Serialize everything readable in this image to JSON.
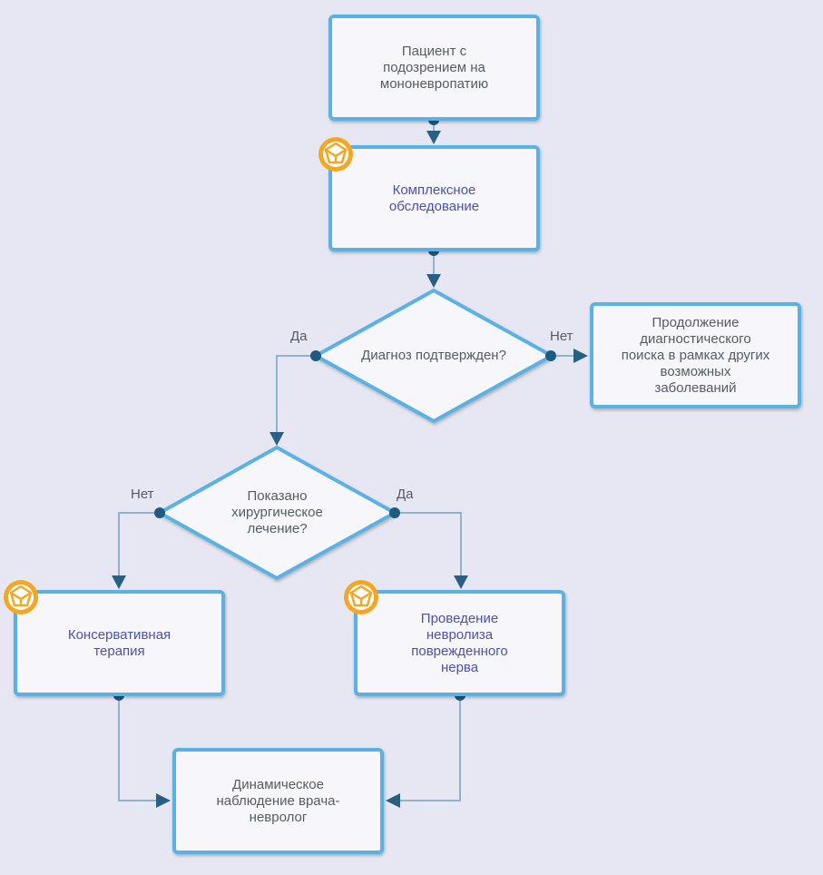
{
  "nodes": {
    "patient": "Пациент с подозрением на мононевропатию",
    "exam": "Комплексное обследование",
    "continue_search": "Продолжение диагностического поиска в рамках других возможных заболеваний",
    "conservative": "Консервативная терапия",
    "neurolysis": "Проведение невролиза поврежденного нерва",
    "observation": "Динамическое наблюдение врача-невролог"
  },
  "decisions": {
    "diagnosis": "Диагноз подтвержден?",
    "surgery": "Показано хирургическое лечение?"
  },
  "edges": {
    "diagnosis_yes": "Да",
    "diagnosis_no": "Нет",
    "surgery_no": "Нет",
    "surgery_yes": "Да"
  },
  "colors": {
    "node_border": "#5ab1e3",
    "node_fill": "#f7f7fb",
    "connector": "#8fb3cf",
    "arrow": "#2a5f84",
    "dot": "#1f5a80",
    "badge": "#f5a623",
    "link_text": "#4a51b0",
    "text": "#555b66",
    "background": "#e7e7f3"
  },
  "icons": {
    "badge": "clinical-recommendation-icon"
  }
}
